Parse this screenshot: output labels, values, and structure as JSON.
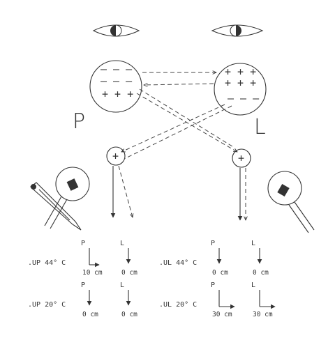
{
  "charges": {
    "left_sphere": {
      "row1": "— — —",
      "row2": "— — —",
      "row3": "+ + +"
    },
    "right_sphere": {
      "row1": "+ + +",
      "row2": "+ + +",
      "row3": "— — —"
    },
    "left_ball": "+",
    "right_ball": "+"
  },
  "side_labels": {
    "left": "P",
    "right": "L"
  },
  "readings": [
    {
      "condition": ".UP 44° C",
      "p": {
        "label": "P",
        "value": "10 cm"
      },
      "l": {
        "label": "L",
        "value": "0 cm"
      }
    },
    {
      "condition": ".UL 44° C",
      "p": {
        "label": "P",
        "value": "0 cm"
      },
      "l": {
        "label": "L",
        "value": "0 cm"
      }
    },
    {
      "condition": ".UP 20° C",
      "p": {
        "label": "P",
        "value": "0 cm"
      },
      "l": {
        "label": "L",
        "value": "0 cm"
      }
    },
    {
      "condition": ".UL 20° C",
      "p": {
        "label": "P",
        "value": "30 cm"
      },
      "l": {
        "label": "L",
        "value": "30 cm"
      }
    }
  ]
}
